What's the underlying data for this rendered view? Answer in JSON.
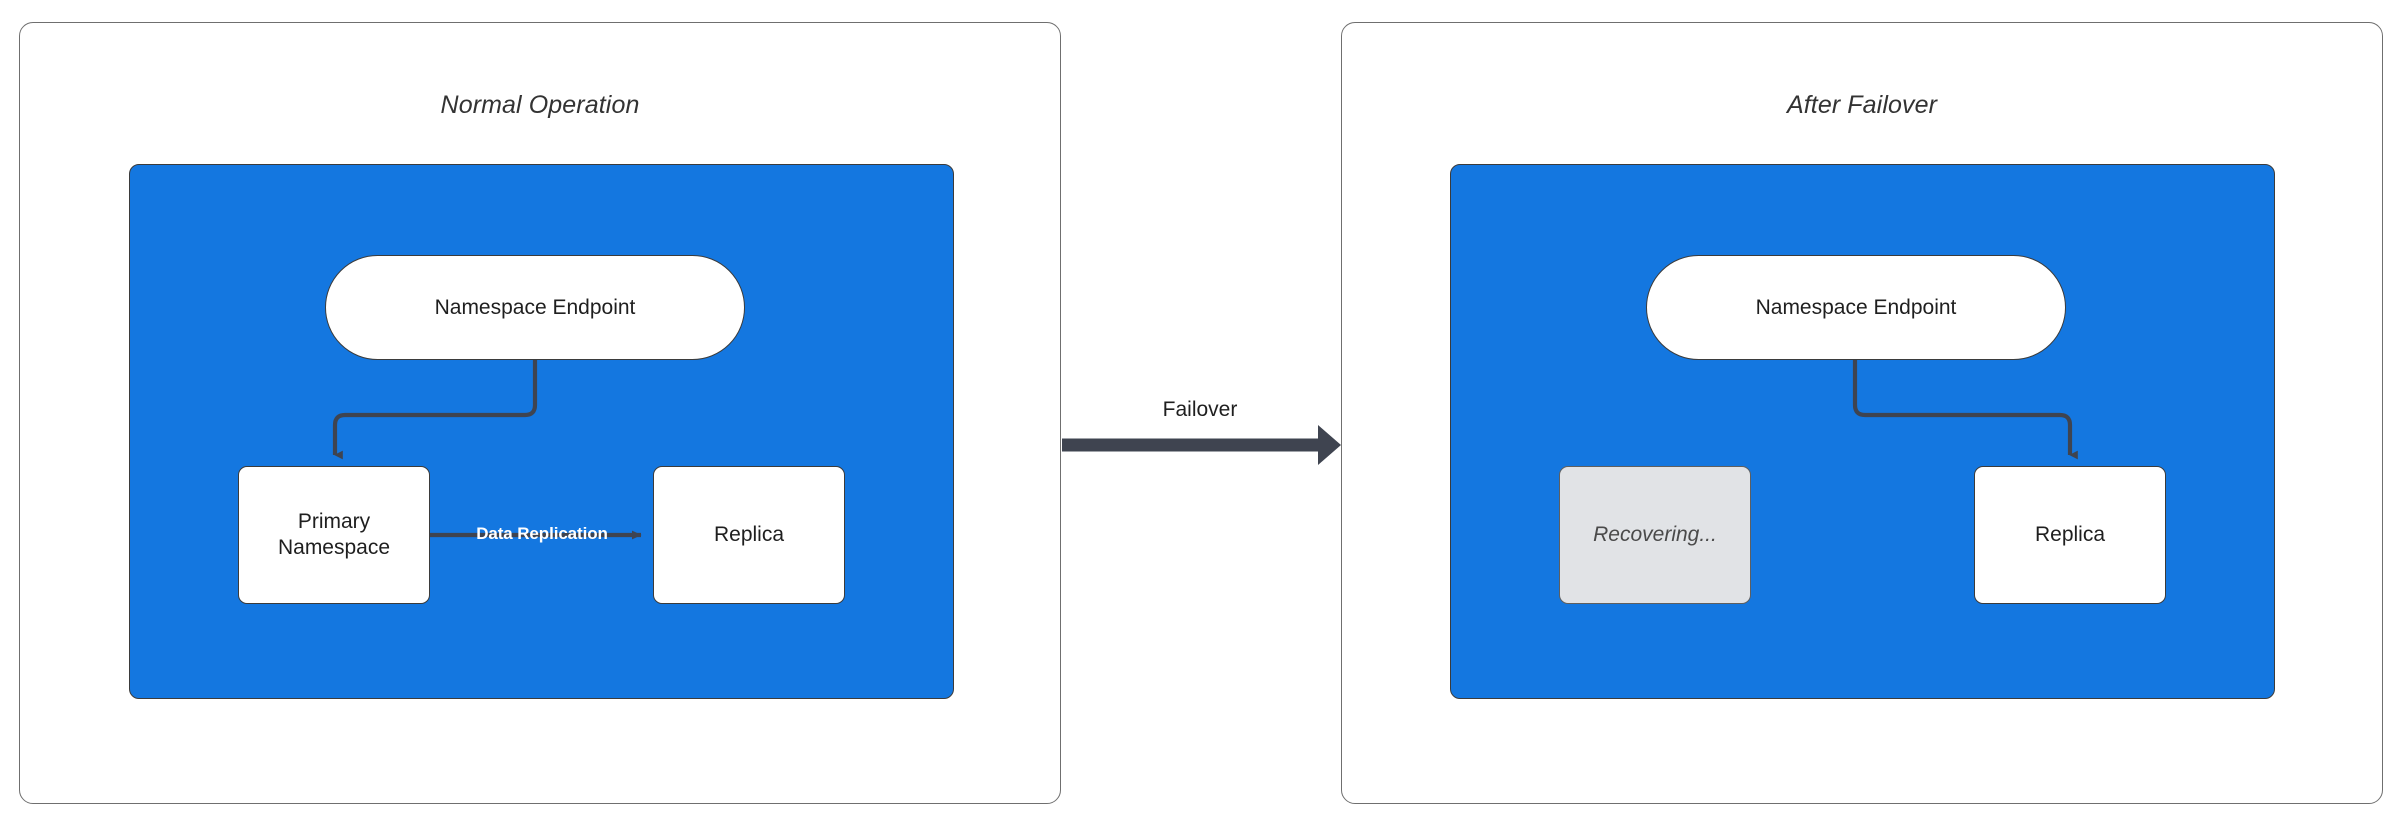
{
  "diagram": {
    "title_hidden": "",
    "colors": {
      "cluster_fill": "#1477e0",
      "node_fill": "#ffffff",
      "dimmed_fill": "#e1e3e6",
      "stroke": "#3b3b3b",
      "panel_border": "#6f6f6f",
      "edge_label_on_blue": "#ffffff",
      "text": "#1f1f1f"
    },
    "panels": [
      {
        "id": "normal-operation",
        "title": "Normal Operation",
        "cluster": {
          "nodes": [
            {
              "id": "endpoint",
              "label": "Namespace Endpoint",
              "shape": "pill",
              "state": "active"
            },
            {
              "id": "primary",
              "label": "Primary\nNamespace",
              "label_line1": "Primary",
              "label_line2": "Namespace",
              "shape": "rect",
              "state": "active"
            },
            {
              "id": "replica",
              "label": "Replica",
              "shape": "rect",
              "state": "active"
            }
          ],
          "edges": [
            {
              "from": "endpoint",
              "to": "primary",
              "label": ""
            },
            {
              "from": "primary",
              "to": "replica",
              "label": "Data Replication"
            }
          ]
        }
      },
      {
        "id": "after-failover",
        "title": "After Failover",
        "cluster": {
          "nodes": [
            {
              "id": "endpoint",
              "label": "Namespace Endpoint",
              "shape": "pill",
              "state": "active"
            },
            {
              "id": "recovering",
              "label": "Recovering...",
              "shape": "rect",
              "state": "dimmed"
            },
            {
              "id": "replica",
              "label": "Replica",
              "shape": "rect",
              "state": "active"
            }
          ],
          "edges": [
            {
              "from": "endpoint",
              "to": "replica",
              "label": ""
            }
          ]
        }
      }
    ],
    "transition": {
      "label": "Failover",
      "direction": "left-to-right"
    }
  }
}
